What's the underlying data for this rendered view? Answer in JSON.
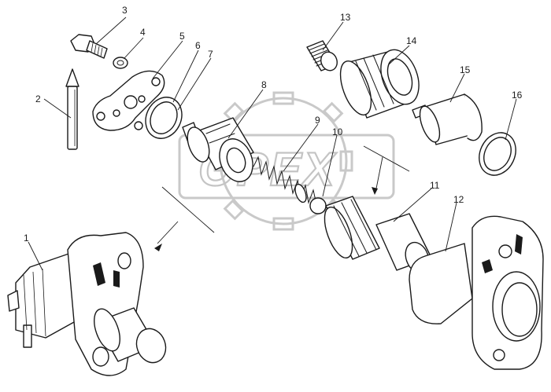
{
  "watermark": {
    "text": "OPEX"
  },
  "callouts": [
    {
      "id": "1",
      "label": "1"
    },
    {
      "id": "2",
      "label": "2"
    },
    {
      "id": "3",
      "label": "3"
    },
    {
      "id": "4",
      "label": "4"
    },
    {
      "id": "5",
      "label": "5"
    },
    {
      "id": "6",
      "label": "6"
    },
    {
      "id": "7",
      "label": "7"
    },
    {
      "id": "8",
      "label": "8"
    },
    {
      "id": "9",
      "label": "9"
    },
    {
      "id": "10",
      "label": "10"
    },
    {
      "id": "11",
      "label": "11"
    },
    {
      "id": "12",
      "label": "12"
    },
    {
      "id": "13",
      "label": "13"
    },
    {
      "id": "14",
      "label": "14"
    },
    {
      "id": "15",
      "label": "15"
    },
    {
      "id": "16",
      "label": "16"
    }
  ],
  "colors": {
    "ink": "#1a1a1a",
    "paper": "#ffffff",
    "watermark": "#c9c9c9"
  }
}
